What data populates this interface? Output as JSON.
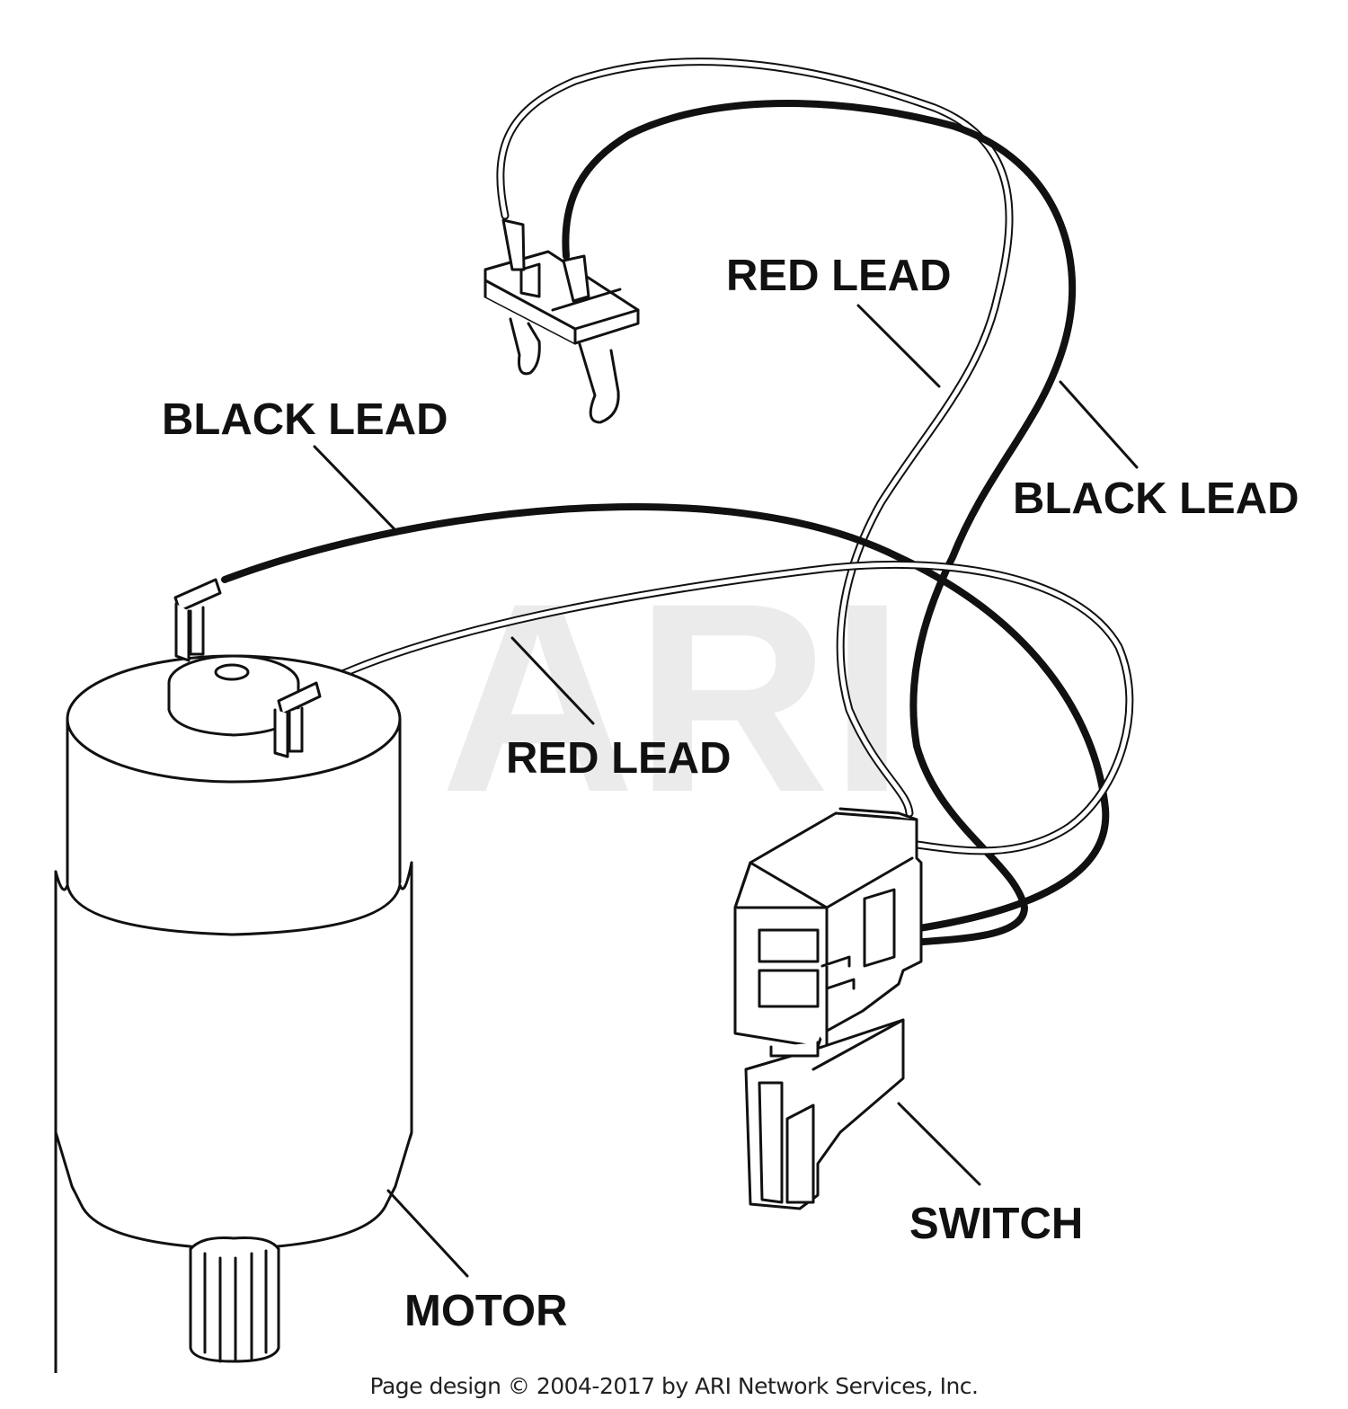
{
  "watermark": "ARI",
  "labels": {
    "red_lead_top": "RED LEAD",
    "black_lead_left": "BLACK LEAD",
    "black_lead_right": "BLACK LEAD",
    "red_lead_mid": "RED LEAD",
    "switch": "SWITCH",
    "motor": "MOTOR"
  },
  "footer": "Page design © 2004-2017 by ARI Network Services, Inc.",
  "colors": {
    "line": "#111111",
    "background": "#ffffff",
    "watermark": "#ebebeb"
  }
}
